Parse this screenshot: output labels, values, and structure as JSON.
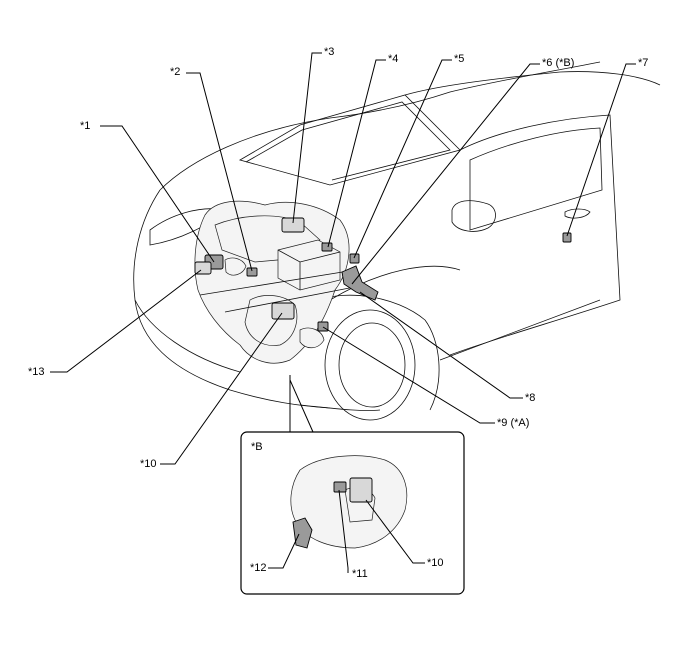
{
  "callouts": {
    "c1": "*1",
    "c2": "*2",
    "c3": "*3",
    "c4": "*4",
    "c5": "*5",
    "c6": "*6 (*B)",
    "c7": "*7",
    "c8": "*8",
    "c9": "*9 (*A)",
    "c10": "*10",
    "c13": "*13"
  },
  "inset": {
    "title": "*B",
    "c10": "*10",
    "c11": "*11",
    "c12": "*12"
  }
}
